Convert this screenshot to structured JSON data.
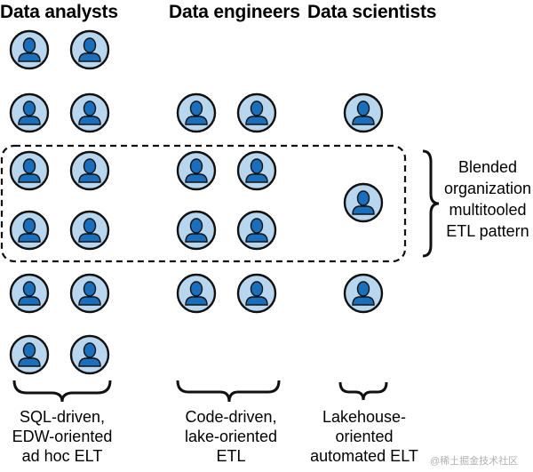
{
  "headings": {
    "analysts": "Data analysts",
    "engineers": "Data engineers",
    "scientists": "Data scientists"
  },
  "captions": {
    "analysts": [
      "SQL-driven,",
      "EDW-oriented",
      "ad hoc ELT"
    ],
    "engineers": [
      "Code-driven,",
      "lake-oriented",
      "ETL"
    ],
    "scientists": [
      "Lakehouse-",
      "oriented",
      "automated ELT"
    ]
  },
  "pattern_label": [
    "Blended",
    "organization",
    "multitooled",
    "ETL pattern"
  ],
  "watermark": "@稀土掘金技术社区",
  "colors": {
    "icon_fill": "#b9d6ef",
    "icon_person": "#1a6fbd",
    "outline": "#111111"
  },
  "icon": "person-icon"
}
